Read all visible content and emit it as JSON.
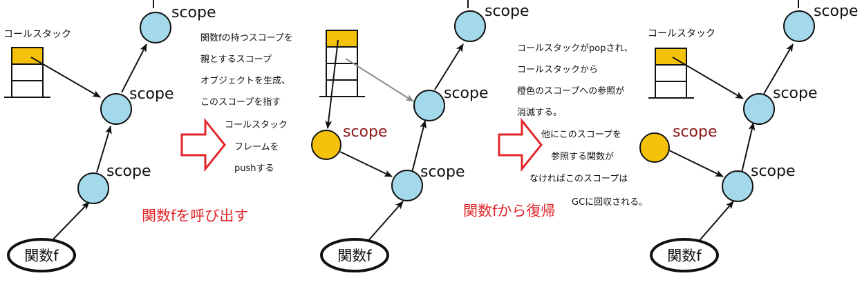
{
  "colors": {
    "scope_blue": "#a3d9ea",
    "scope_orange": "#f5c20b",
    "stack_top": "#f5c20b",
    "arrow": "#111111",
    "arrow_gray": "#8a8a8a",
    "red": "#e0262a",
    "dark_red": "#8b1a1a"
  },
  "labels": {
    "scope": "scope",
    "call_stack": "コールスタック",
    "function_f": "関数f"
  },
  "captions": {
    "call_f": "関数fを呼び出す",
    "return_f": "関数fから復帰"
  },
  "notes": {
    "panel2": [
      "関数fの持つスコープを",
      "親とするスコープ",
      "オブジェクトを生成、",
      "このスコープを指す",
      "コールスタック",
      "フレームを",
      "pushする"
    ],
    "panel3_top": [
      "コールスタックがpopされ、",
      "コールスタックから",
      "橙色のスコープへの参照が",
      "消滅する。"
    ],
    "panel3_bottom": [
      "他にこのスコープを",
      "参照する関数が",
      "なければこのスコープは",
      "GCに回収される。"
    ]
  }
}
